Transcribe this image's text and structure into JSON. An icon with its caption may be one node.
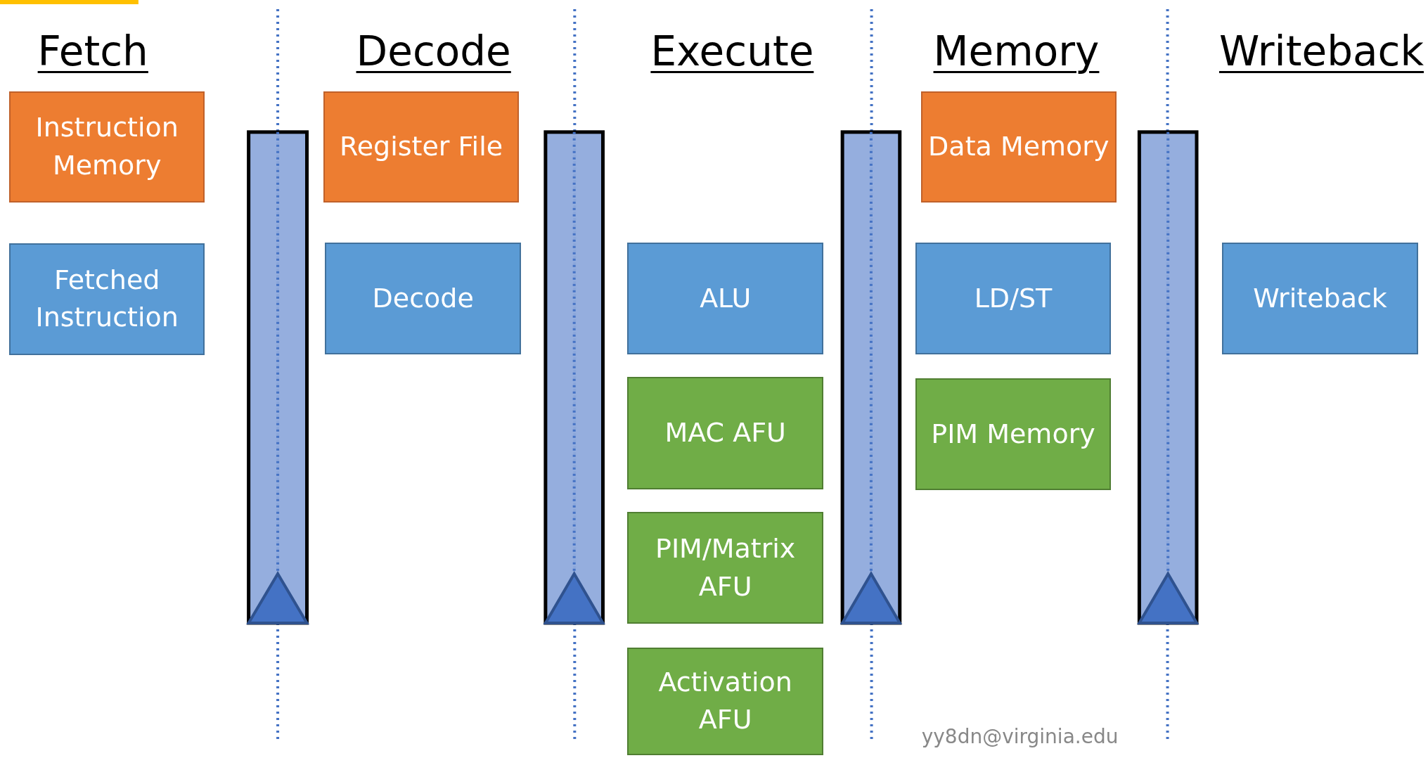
{
  "diagram": {
    "nodes": [
      {
        "text": [
          "Instruction Memory"
        ]
      },
      {
        "text": [
          "Fetched Instruction"
        ]
      },
      {
        "text": [],
        "shape": "bar"
      },
      {
        "text": [
          "Register File"
        ]
      },
      {
        "text": [
          "Decode"
        ]
      },
      {
        "text": [],
        "shape": "bar"
      },
      {
        "text": [
          "ALU"
        ]
      },
      {
        "text": [
          "MAC AFU"
        ]
      },
      {
        "text": [
          "PIM/Matrix AFU"
        ]
      },
      {
        "text": [
          "Activation AFU"
        ]
      },
      {
        "text": [],
        "shape": "bar"
      },
      {
        "text": [
          "Data Memory"
        ]
      },
      {
        "text": [
          "LD/ST"
        ]
      },
      {
        "text": [
          "PIM Memory"
        ]
      },
      {
        "text": [],
        "shape": "bar"
      },
      {
        "text": [
          "Writeback"
        ]
      }
    ],
    "labels": [
      "Fetch",
      "Decode",
      "Execute",
      "Memory",
      "Writeback",
      "yy8dn@virginia.edu"
    ]
  }
}
